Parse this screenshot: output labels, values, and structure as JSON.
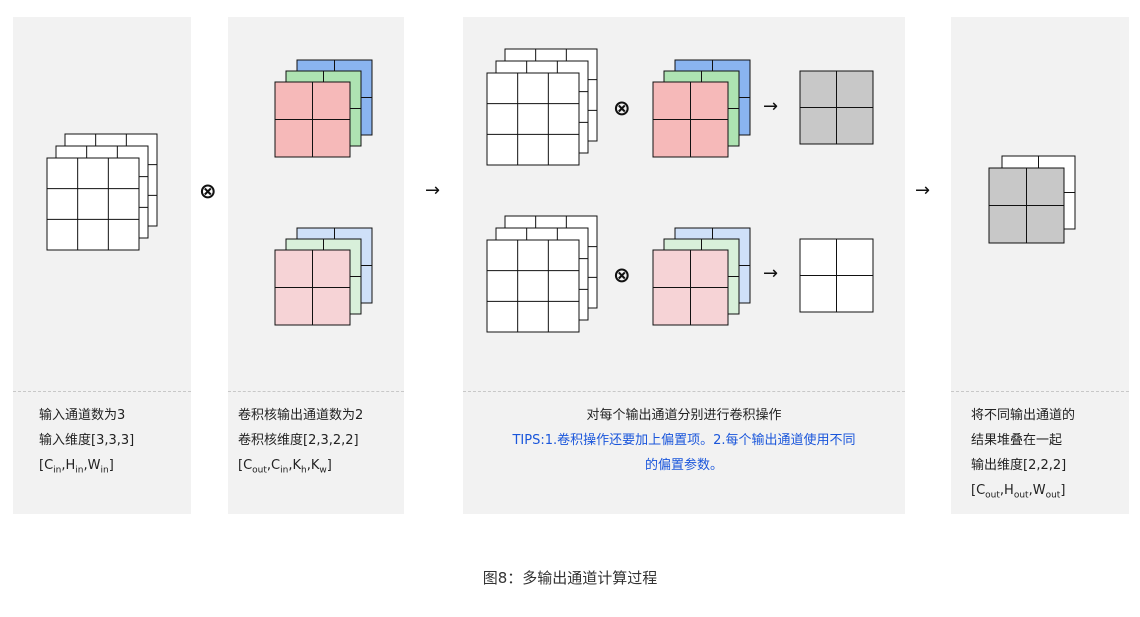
{
  "panel1": {
    "line1": "输入通道数为3",
    "line2": "输入维度[3,3,3]",
    "dims": [
      {
        "main": "C",
        "sub": "in"
      },
      {
        "main": "H",
        "sub": "in"
      },
      {
        "main": "W",
        "sub": "in"
      }
    ]
  },
  "panel2": {
    "line1": "卷积核输出通道数为2",
    "line2": "卷积核维度[2,3,2,2]",
    "dims": [
      {
        "main": "C",
        "sub": "out"
      },
      {
        "main": "C",
        "sub": "in"
      },
      {
        "main": "K",
        "sub": "h"
      },
      {
        "main": "K",
        "sub": "w"
      }
    ]
  },
  "panel3": {
    "line1": "对每个输出通道分别进行卷积操作",
    "tips_line1": "TIPS:1.卷积操作还要加上偏置项。2.每个输出通道使用不同",
    "tips_line2": "的偏置参数。"
  },
  "panel4": {
    "line1": "将不同输出通道的",
    "line2": "结果堆叠在一起",
    "line3": "输出维度[2,2,2]",
    "dims": [
      {
        "main": "C",
        "sub": "out"
      },
      {
        "main": "H",
        "sub": "out"
      },
      {
        "main": "W",
        "sub": "out"
      }
    ]
  },
  "symbols": {
    "conv_op": "⊗",
    "arrow": "→"
  },
  "colors": {
    "input_fill": "#ffffff",
    "kernel_blue": "#8ab4f0",
    "kernel_green": "#aee3b2",
    "kernel_red": "#f6b9b9",
    "kernel_blue_light": "#cfe0f8",
    "kernel_green_light": "#d8f0da",
    "kernel_red_light": "#f6d3d6",
    "output_gray": "#c8c8c8",
    "tips": "#1a56db"
  },
  "caption": "图8：多输出通道计算过程"
}
